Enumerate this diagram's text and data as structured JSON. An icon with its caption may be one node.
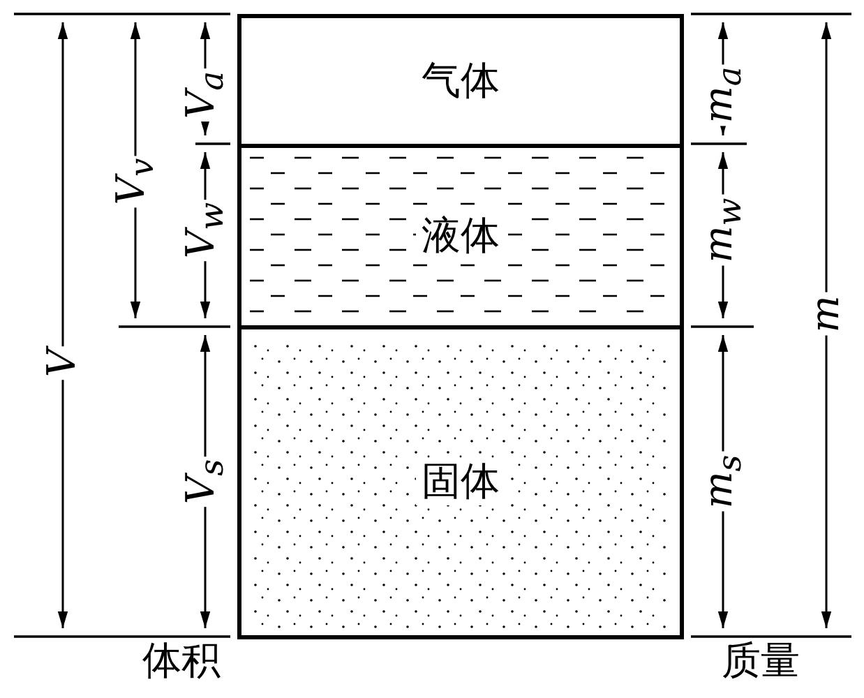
{
  "diagram": {
    "nodes": [
      {
        "text": [
          "气体"
        ]
      },
      {
        "text": [
          "液体"
        ]
      },
      {
        "text": [
          "固体"
        ]
      }
    ],
    "labels": [
      "V$_{a}$",
      "V$_{w}$",
      "V$_{v}$",
      "V$_{s}$",
      "V",
      "体积",
      "m$_{a}$",
      "m$_{w}$",
      "m$_{s}$",
      "m",
      "质量"
    ]
  }
}
